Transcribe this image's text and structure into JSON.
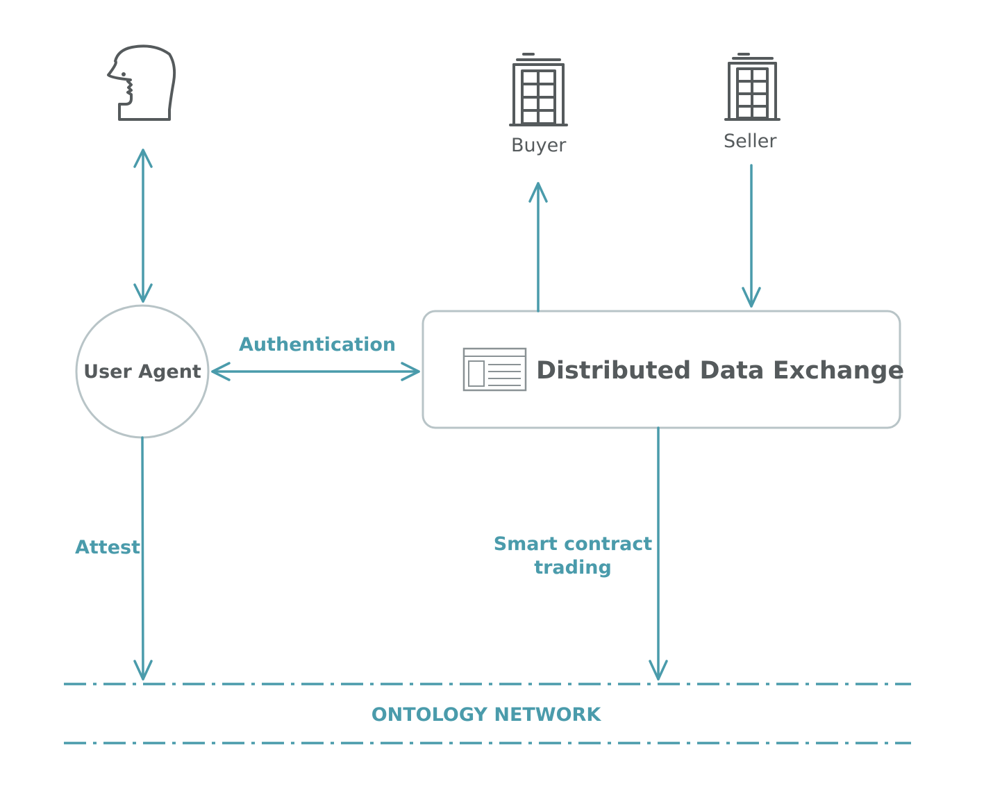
{
  "nodes": {
    "user_agent": "User Agent",
    "exchange": "Distributed Data Exchange",
    "buyer": "Buyer",
    "seller": "Seller"
  },
  "edges": {
    "authentication": "Authentication",
    "attest": "Attest",
    "smart_contract_line1": "Smart contract",
    "smart_contract_line2": "trading"
  },
  "network": {
    "label": "ONTOLOGY NETWORK"
  },
  "icons": {
    "person": "person-head-icon",
    "buyer": "building-icon",
    "seller": "building-icon",
    "exchange": "browser-window-icon"
  },
  "colors": {
    "accent": "#4a9bab",
    "node_stroke": "#b8c4c7",
    "icon": "#555a5c",
    "text": "#555a5c"
  }
}
